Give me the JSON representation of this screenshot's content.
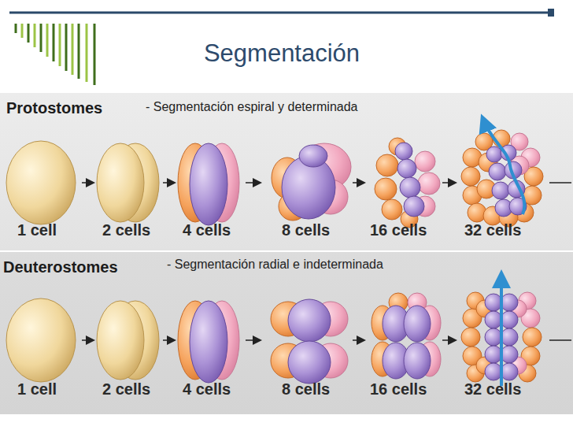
{
  "diagram": {
    "title": "Segmentación",
    "nodes": [
      {
        "text": [
          "Protostomes",
          "- Segmentación espiral y determinada"
        ]
      },
      {
        "text": [
          "Deuterostomes",
          "- Segmentación radial e indeterminada"
        ]
      }
    ],
    "labels": [
      "1 cell",
      "2 cells",
      "4 cells",
      "8 cells",
      "16 cells",
      "32 cells",
      "1 cell",
      "2 cells",
      "4 cells",
      "8 cells",
      "16 cells",
      "32 cells"
    ]
  }
}
